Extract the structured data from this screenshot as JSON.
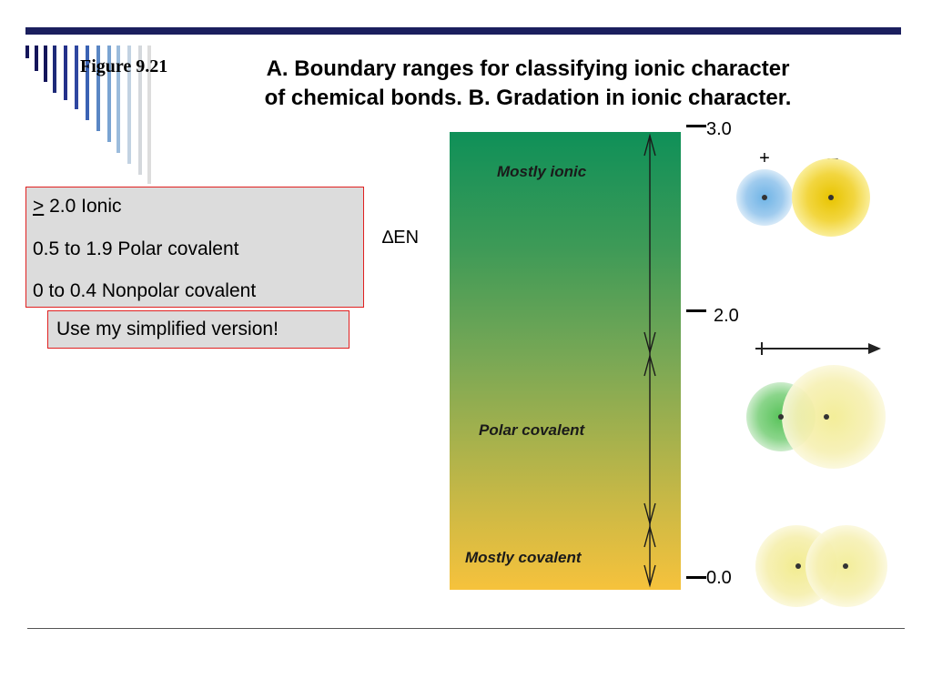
{
  "figure_label": "Figure 9.21",
  "title_line1": "A. Boundary ranges for classifying ionic character",
  "title_line2": "of chemical bonds. B.  Gradation in ionic character.",
  "classes": {
    "ionic_symbol": ">",
    "ionic_rest": " 2.0 Ionic",
    "polar": "0.5 to 1.9 Polar covalent",
    "nonpolar": "0 to 0.4 Nonpolar covalent"
  },
  "note": "Use my simplified version!",
  "axis_label": "∆EN",
  "zones": {
    "ionic": "Mostly ionic",
    "polar": "Polar covalent",
    "covalent": "Mostly covalent"
  },
  "ticks": {
    "top": "3.0",
    "mid": "2.0",
    "bottom": "0.0"
  },
  "charges": {
    "plus": "+",
    "minus": "–"
  },
  "colors": {
    "gradient_top": "#0f9058",
    "gradient_bottom": "#f6c23c",
    "box_border": "#e02020",
    "title_rule": "#1b1f5e"
  }
}
